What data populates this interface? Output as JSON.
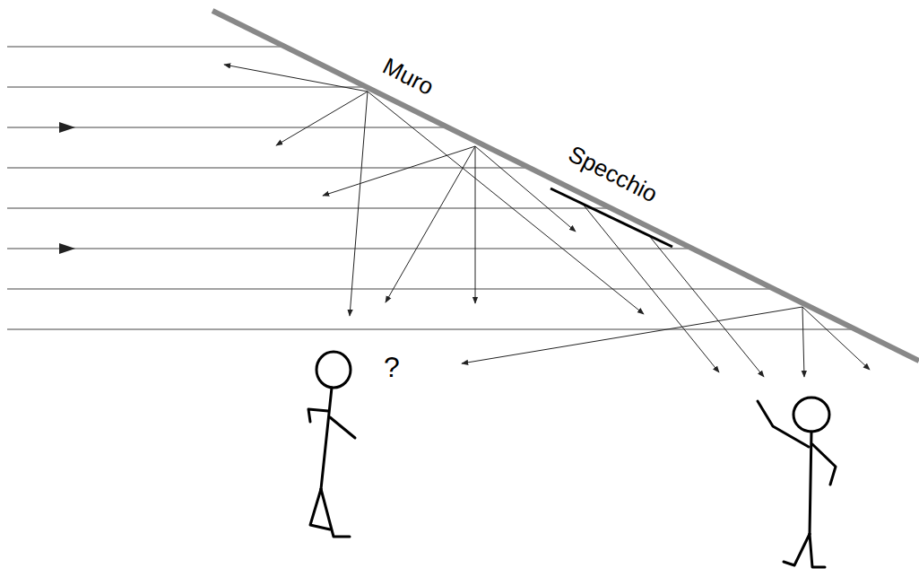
{
  "diagram": {
    "labels": [
      "Muro",
      "Specchio",
      "?"
    ]
  }
}
